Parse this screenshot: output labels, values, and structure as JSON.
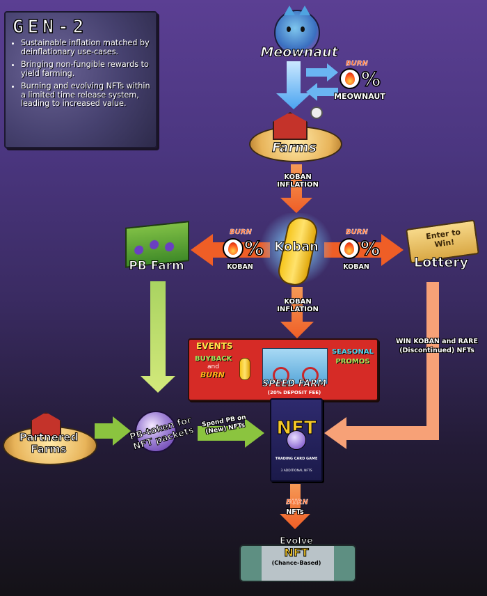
{
  "panel": {
    "title": "GEN-2",
    "bullets": [
      "Sustainable inflation matched by deinflationary use-cases.",
      "Bringing non-fungible rewards to yield farming.",
      "Burning and evolving NFTs within a limited time release system, leading to increased value."
    ]
  },
  "nodes": {
    "meownaut": "Meownaut",
    "farms": "Farms",
    "koban": "Koban",
    "pb_farm": "PB Farm",
    "lottery": "Lottery",
    "ticket": "Enter to Win!",
    "partnered": "Partnered Farms",
    "pb_token": "PB-token for NFT packets",
    "nft": "NFT",
    "nft_sub": "TRADING CARD GAME",
    "nft_foot": "3 ADDITIONAL NFTS",
    "evolve": "Evolve",
    "evolve_nft": "NFT",
    "evolve_sub": "(Chance-Based)"
  },
  "labels": {
    "burn": "BURN",
    "burn_meownaut": "MEOWNAUT",
    "burn_koban_left": "KOBAN",
    "burn_koban_right": "KOBAN",
    "koban_inflation_1": "KOBAN INFLATION",
    "koban_inflation_2": "KOBAN INFLATION",
    "win_text": "WIN KOBAN and RARE (Discontinued) NFTs",
    "spend_text": "Spend PB on (New) NFTs",
    "burn_nfts": "NFTs"
  },
  "events": {
    "title": "EVENTS",
    "buyback": "BUYBACK",
    "and": "and",
    "burn": "BURN",
    "seasonal": "SEASONAL",
    "promos": "PROMOS",
    "speed_farm": "SPEED FARM",
    "deposit": "(20% DEPOSIT FEE)"
  },
  "colors": {
    "orange": "#f26b2e",
    "green": "#8bc43f",
    "blue": "#6ab5f2",
    "red_box": "#d62b26",
    "peach": "#f7a177"
  }
}
